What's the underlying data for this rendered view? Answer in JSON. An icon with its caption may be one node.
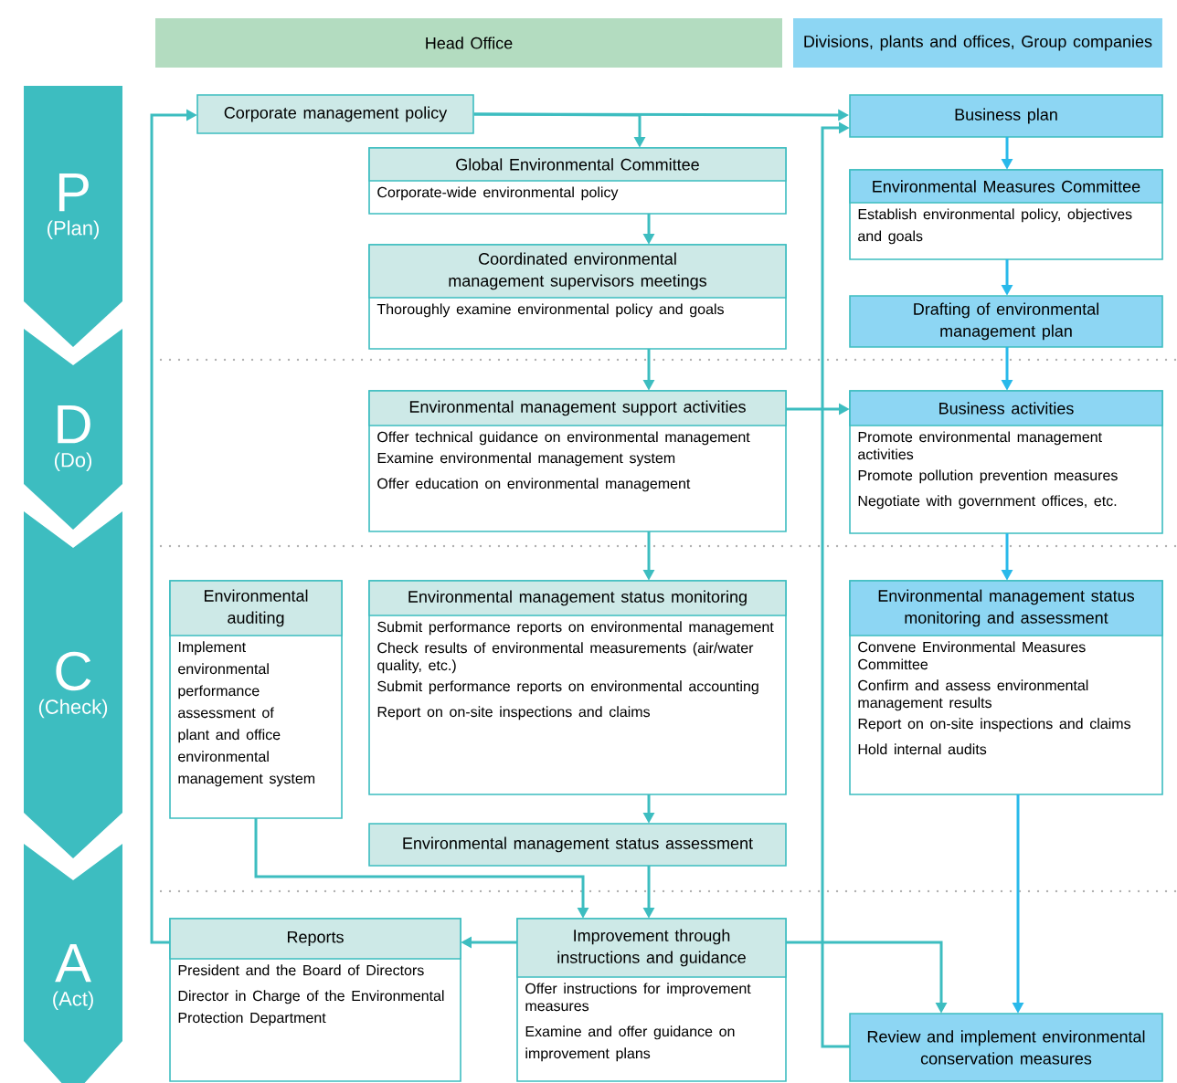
{
  "diagram": {
    "nodes": [
      {
        "text": [
          "Head Office"
        ]
      },
      {
        "text": [
          "Divisions, plants and offices, Group companies"
        ]
      },
      {
        "text": [
          "P",
          "(Plan)"
        ]
      },
      {
        "text": [
          "D",
          "(Do)"
        ]
      },
      {
        "text": [
          "C",
          "(Check)"
        ]
      },
      {
        "text": [
          "A",
          "(Act)"
        ]
      },
      {
        "text": [
          "Corporate management policy"
        ]
      },
      {
        "text": [
          "Global Environmental Committee",
          "Corporate-wide environmental policy"
        ]
      },
      {
        "text": [
          "Coordinated environmental management supervisors meetings",
          "Thoroughly examine environmental policy and goals"
        ]
      },
      {
        "text": [
          "Business plan"
        ]
      },
      {
        "text": [
          "Environmental Measures Committee",
          "Establish environmental policy, objectives and goals"
        ]
      },
      {
        "text": [
          "Drafting of environmental management plan"
        ]
      },
      {
        "text": [
          "Environmental management support activities",
          "Offer technical guidance on environmental management",
          "Examine environmental management system",
          "Offer education on environmental management"
        ]
      },
      {
        "text": [
          "Business activities",
          "Promote environmental management activities",
          "Promote pollution prevention measures",
          "Negotiate with government offices, etc."
        ]
      },
      {
        "text": [
          "Environmental auditing",
          "Implement environmental performance assessment of plant and office environmental management system"
        ]
      },
      {
        "text": [
          "Environmental management status monitoring",
          "Submit performance reports on environmental management",
          "Check results of environmental measurements (air/water quality, etc.)",
          "Submit performance reports on environmental accounting",
          "Report on on-site inspections and claims"
        ]
      },
      {
        "text": [
          "Environmental management status assessment"
        ]
      },
      {
        "text": [
          "Environmental management status monitoring and assessment",
          "Convene Environmental Measures Committee",
          "Confirm and assess environmental management results",
          "Report on on-site inspections and claims",
          "Hold internal audits"
        ]
      },
      {
        "text": [
          "Reports",
          "President and the Board of Directors",
          "Director in Charge of the Environmental Protection Department"
        ]
      },
      {
        "text": [
          "Improvement through instructions and guidance",
          "Offer instructions for improvement measures",
          "Examine and offer guidance on improvement plans"
        ]
      },
      {
        "text": [
          "Review and implement environmental conservation measures"
        ]
      }
    ],
    "edges": [
      {
        "from": 6,
        "to": 9,
        "arrow": "to"
      },
      {
        "from": 6,
        "to": 7,
        "arrow": "to"
      },
      {
        "from": 7,
        "to": 8,
        "arrow": "to"
      },
      {
        "from": 8,
        "to": 12,
        "arrow": "to"
      },
      {
        "from": 12,
        "to": 13,
        "arrow": "to"
      },
      {
        "from": 12,
        "to": 15,
        "arrow": "to"
      },
      {
        "from": 15,
        "to": 16,
        "arrow": "to"
      },
      {
        "from": 16,
        "to": 19,
        "arrow": "to"
      },
      {
        "from": 14,
        "to": 19,
        "arrow": "to"
      },
      {
        "from": 19,
        "to": 18,
        "arrow": "to"
      },
      {
        "from": 19,
        "to": 20,
        "arrow": "to"
      },
      {
        "from": 18,
        "to": 6,
        "arrow": "to"
      },
      {
        "from": 20,
        "to": 9,
        "arrow": "to"
      },
      {
        "from": 9,
        "to": 10,
        "arrow": "to",
        "color": "#29b9ea"
      },
      {
        "from": 10,
        "to": 11,
        "arrow": "to",
        "color": "#29b9ea"
      },
      {
        "from": 11,
        "to": 13,
        "arrow": "to",
        "color": "#29b9ea"
      },
      {
        "from": 13,
        "to": 17,
        "arrow": "to",
        "color": "#29b9ea"
      },
      {
        "from": 17,
        "to": 20,
        "arrow": "to",
        "color": "#29b9ea"
      }
    ]
  }
}
